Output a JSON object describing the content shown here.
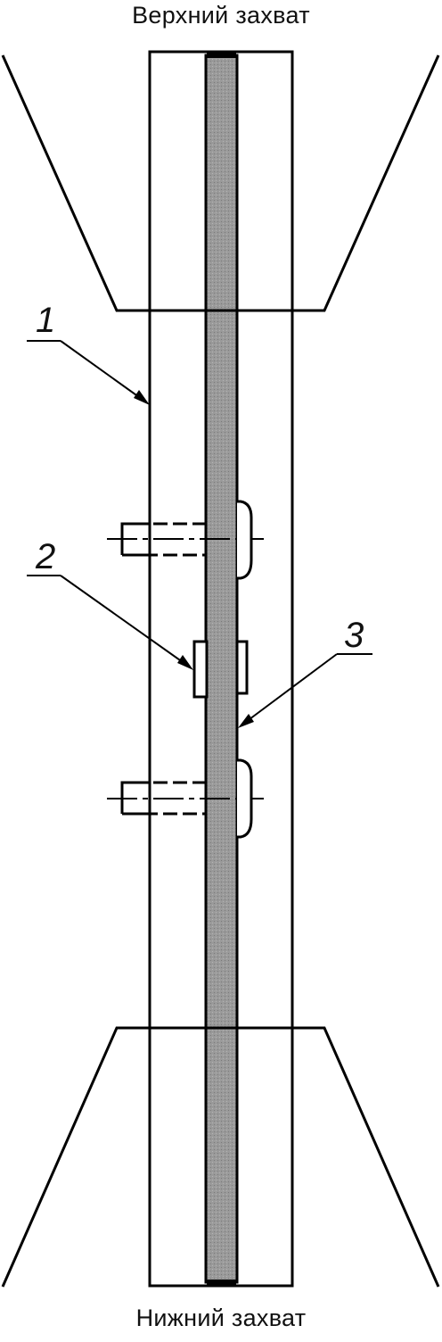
{
  "captions": {
    "top": "Верхний захват",
    "bottom": "Нижний захват"
  },
  "callouts": {
    "one": "1",
    "two": "2",
    "three": "3"
  },
  "colors": {
    "line": "#000000",
    "specimen_fill": "#9a9a9a",
    "background": "#ffffff"
  }
}
